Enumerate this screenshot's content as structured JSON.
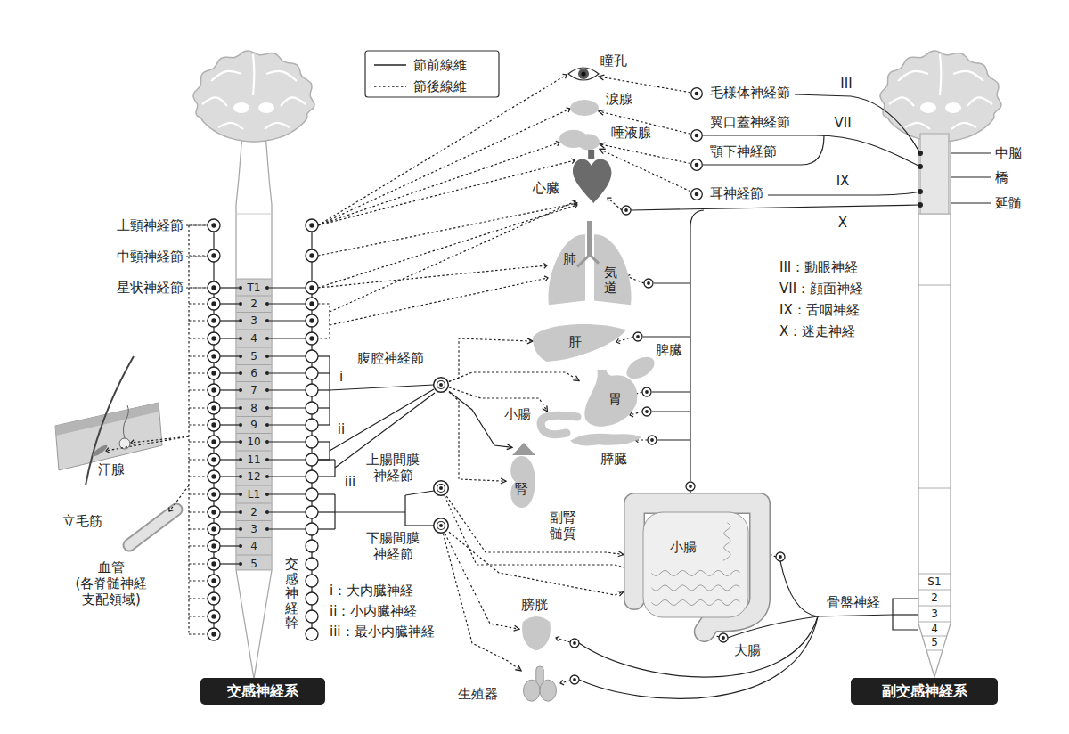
{
  "diagram": {
    "nodes": [
      {
        "text": [
          "瞳孔"
        ]
      },
      {
        "text": [
          "涙腺"
        ]
      },
      {
        "text": [
          "唾液腺"
        ]
      },
      {
        "text": [
          "心臓"
        ]
      },
      {
        "text": [
          "肺",
          "気道"
        ]
      },
      {
        "text": [
          "肝"
        ]
      },
      {
        "text": [
          "脾臓"
        ]
      },
      {
        "text": [
          "胃"
        ]
      },
      {
        "text": [
          "小腸"
        ]
      },
      {
        "text": [
          "膵臓"
        ]
      },
      {
        "text": [
          "腎"
        ]
      },
      {
        "text": [
          "副腎 髄質"
        ]
      },
      {
        "text": [
          "小腸"
        ]
      },
      {
        "text": [
          "大腸"
        ]
      },
      {
        "text": [
          "膀胱"
        ]
      },
      {
        "text": [
          "生殖器"
        ]
      },
      {
        "text": [
          "毛様体神経節"
        ]
      },
      {
        "text": [
          "翼口蓋神経節"
        ]
      },
      {
        "text": [
          "顎下神経節"
        ]
      },
      {
        "text": [
          "耳神経節"
        ]
      },
      {
        "text": [
          "腹腔神経節"
        ]
      },
      {
        "text": [
          "上腸間膜 神経節"
        ]
      },
      {
        "text": [
          "下腸間膜 神経節"
        ]
      },
      {
        "text": [
          "交感神経系"
        ]
      },
      {
        "text": [
          "副交感神経系"
        ]
      }
    ],
    "edges": [
      {
        "from": 16,
        "to": 0,
        "arrow": "to"
      },
      {
        "from": 17,
        "to": 1,
        "arrow": "to"
      },
      {
        "from": 18,
        "to": 2,
        "arrow": "to"
      },
      {
        "from": 19,
        "to": 2,
        "arrow": "to"
      },
      {
        "from": 20,
        "to": 5,
        "arrow": "to"
      },
      {
        "from": 20,
        "to": 7,
        "arrow": "to"
      },
      {
        "from": 20,
        "to": 8,
        "arrow": "to"
      },
      {
        "from": 20,
        "to": 10,
        "arrow": "to"
      },
      {
        "from": 20,
        "to": 11,
        "arrow": "to"
      },
      {
        "from": 21,
        "to": 12,
        "arrow": "to"
      },
      {
        "from": 21,
        "to": 13,
        "arrow": "to"
      },
      {
        "from": 22,
        "to": 13,
        "arrow": "to"
      },
      {
        "from": 22,
        "to": 14,
        "arrow": "to"
      },
      {
        "from": 22,
        "to": 15,
        "arrow": "to"
      }
    ],
    "labels": [
      "III",
      "VII",
      "IX",
      "X",
      "中脳",
      "橋",
      "延髄",
      "III：動眼神経",
      "VII：顔面神経",
      "IX：舌咽神経",
      "X：迷走神経",
      "上頸神経節",
      "中頸神経節",
      "星状神経節",
      "T1",
      "2",
      "3",
      "4",
      "5",
      "6",
      "7",
      "8",
      "9",
      "10",
      "11",
      "12",
      "L1",
      "2",
      "3",
      "4",
      "5",
      "i",
      "ii",
      "iii",
      "i：大内臓神経",
      "ii：小内臓神経",
      "iii：最小内臓神経",
      "交感神経幹",
      "汗腺",
      "立毛筋",
      "血管 (各脊髄神経 支配領域)",
      "骨盤神経",
      "S1",
      "2",
      "3",
      "4",
      "5"
    ],
    "legend": [
      {
        "text": "節前線維"
      },
      {
        "text": "節後線維"
      }
    ]
  }
}
